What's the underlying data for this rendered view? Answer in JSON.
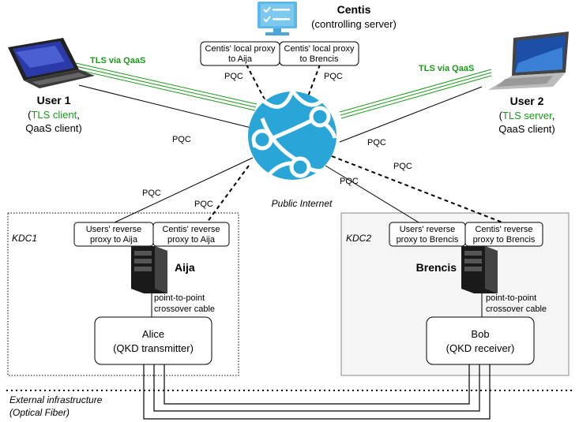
{
  "centis": {
    "title": "Centis",
    "subtitle": "(controlling server)",
    "proxy_aija": [
      "Centis' local proxy",
      "to Aija"
    ],
    "proxy_brencis": [
      "Centis' local proxy",
      "to Brencis"
    ]
  },
  "user1": {
    "title": "User 1",
    "role_open": "(",
    "role_green": "TLS client",
    "role_close": ",",
    "role2": "QaaS client)"
  },
  "user2": {
    "title": "User 2",
    "role_open": "(",
    "role_green": "TLS server",
    "role_close": ",",
    "role2": "QaaS client)"
  },
  "links": {
    "tls1": "TLS via QaaS",
    "tls2": "TLS via QaaS",
    "pqc": "PQC"
  },
  "internet": {
    "label": "Public Internet"
  },
  "kdc1": {
    "label": "KDC1",
    "server": "Aija",
    "users_proxy": [
      "Users' reverse",
      "proxy to Aija"
    ],
    "centis_proxy": [
      "Centis' reverse",
      "proxy to Aija"
    ],
    "cable": [
      "point-to-point",
      "crossover cable"
    ],
    "qkd": [
      "Alice",
      "(QKD transmitter)"
    ]
  },
  "kdc2": {
    "label": "KDC2",
    "server": "Brencis",
    "users_proxy": [
      "Users' reverse",
      "proxy to Brencis"
    ],
    "centis_proxy": [
      "Centis' reverse",
      "proxy to Brencis"
    ],
    "cable": [
      "point-to-point",
      "crossover cable"
    ],
    "qkd": [
      "Bob",
      "(QKD receiver)"
    ]
  },
  "external": [
    "External infrastructure",
    "(Optical Fiber)"
  ],
  "colors": {
    "green": "#1a9a1a",
    "globe": "#2aa5d8",
    "monitor": "#5bb8e8",
    "kdc2_fill": "#f5f5f5"
  }
}
